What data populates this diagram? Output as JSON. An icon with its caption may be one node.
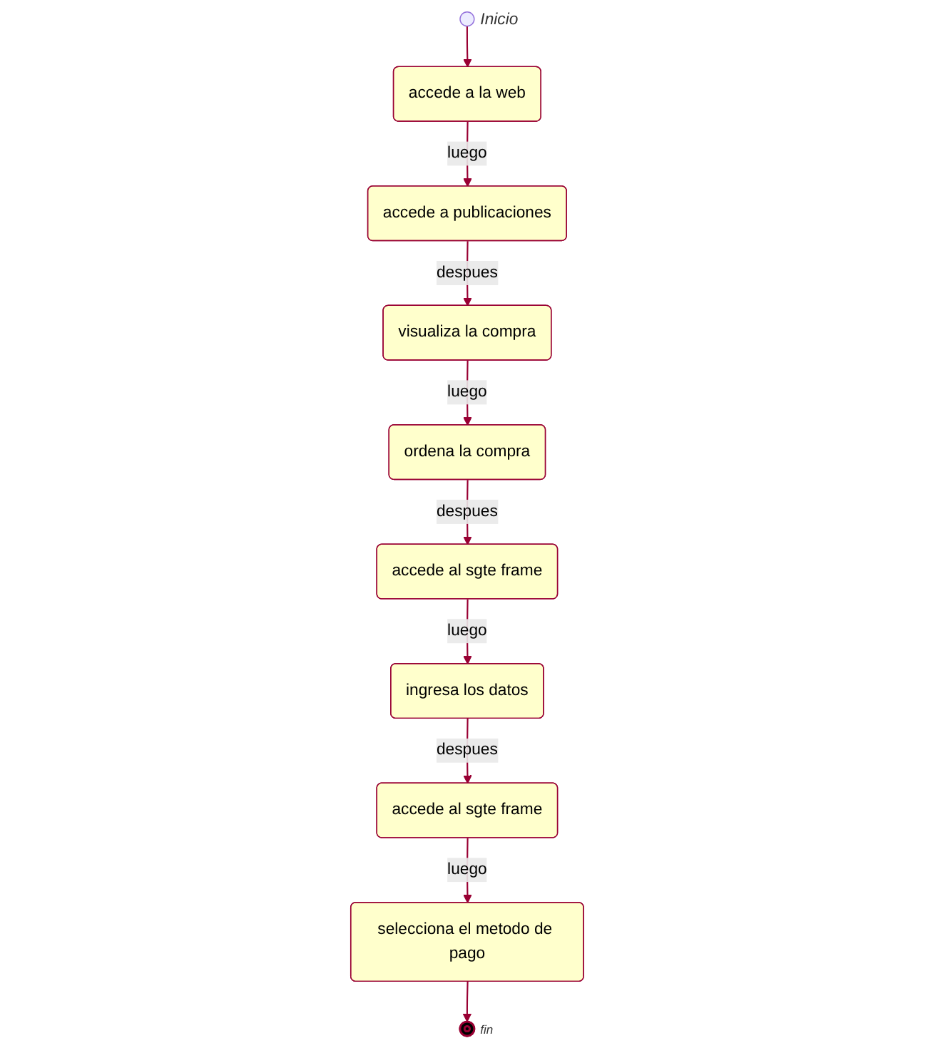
{
  "diagram": {
    "nodes": [
      {
        "text": [],
        "shape": "circle",
        "beside": [
          "Inicio"
        ]
      },
      {
        "text": [
          "accede a la web"
        ]
      },
      {
        "text": [
          "accede a publicaciones"
        ]
      },
      {
        "text": [
          "visualiza la compra"
        ]
      },
      {
        "text": [
          "ordena la compra"
        ]
      },
      {
        "text": [
          "accede al sgte frame"
        ]
      },
      {
        "text": [
          "ingresa los datos"
        ]
      },
      {
        "text": [
          "accede al sgte frame"
        ]
      },
      {
        "text": [
          "selecciona el metodo de pago"
        ]
      },
      {
        "text": [],
        "shape": "circle",
        "beside": [
          "fin"
        ]
      }
    ],
    "edges": [
      {
        "from": 0,
        "to": 1,
        "arrow": "to"
      },
      {
        "from": 1,
        "to": 2,
        "label": "luego",
        "arrow": "to"
      },
      {
        "from": 2,
        "to": 3,
        "label": "despues",
        "arrow": "to"
      },
      {
        "from": 3,
        "to": 4,
        "label": "luego",
        "arrow": "to"
      },
      {
        "from": 4,
        "to": 5,
        "label": "despues",
        "arrow": "to"
      },
      {
        "from": 5,
        "to": 6,
        "label": "luego",
        "arrow": "to"
      },
      {
        "from": 6,
        "to": 7,
        "label": "despues",
        "arrow": "to"
      },
      {
        "from": 7,
        "to": 8,
        "label": "luego",
        "arrow": "to"
      },
      {
        "from": 8,
        "to": 9,
        "arrow": "to"
      }
    ]
  }
}
